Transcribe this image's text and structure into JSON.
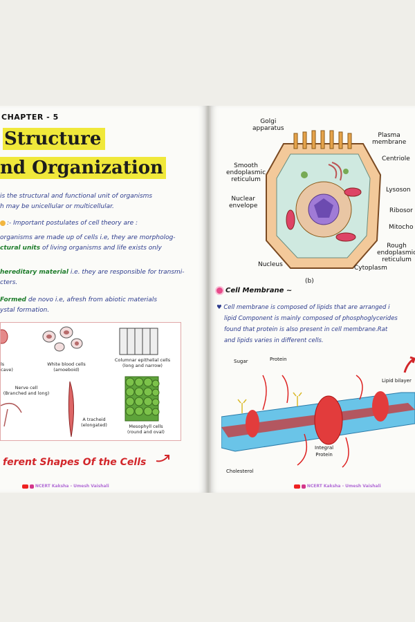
{
  "left": {
    "chapter": "CHAPTER - 5",
    "title_line1": "Structure",
    "title_line2": "nd Organization",
    "intro": "is the structural and functional unit of organisms",
    "intro2": "h may be unicellular or multicellular.",
    "postulates_tail": ":- Important postulates of cell theory are :",
    "p1a": "organisms are made up of cells i.e, they are morpholog-",
    "p1b_green": "ctural",
    "p1b_green2": "units",
    "p1b": "of living organisms and life exists only",
    "p2_green": "hereditary material",
    "p2": "i.e. they are responsible for transmi-",
    "p2b": "cters.",
    "p3_green": "Formed",
    "p3": "de novo i.e, afresh from abiotic materials",
    "p3b": "ystal formation.",
    "captions": {
      "rbc": "ls\ncave)",
      "wbc": "White blood cells\n(amoeboid)",
      "columnar": "Columnar epithelial cells\n(long and narrow)",
      "nerve": "Nerve cell\n(Branched and long)",
      "tracheid": "A tracheid\n(elongated)",
      "mesophyll": "Mesophyll cells\n(round and oval)"
    },
    "shapes_caption": "ferent Shapes Of the Cells",
    "footer": "NCERT Kaksha - Umesh Vaishali"
  },
  "right": {
    "diagram_labels": {
      "golgi": "Golgi\napparatus",
      "plasma": "Plasma\nmembrane",
      "centriole": "Centriole",
      "smooth_er": "Smooth\nendoplasmic\nreticulum",
      "lysosome": "Lysoson",
      "ribosome": "Ribosor",
      "nuclear_env": "Nuclear\nenvelope",
      "mito": "Mitocho",
      "rough_er": "Rough\nendoplasmic\nreticulum",
      "nucleus": "Nucleus",
      "cytoplasm": "Cytoplasm",
      "figtag": "(b)"
    },
    "section_title": "Cell Membrane ~",
    "r1": "Cell membrane is composed of lipids that are arranged i",
    "r2": "lipid Component is mainly composed of phosphoglycerides",
    "r3": "found that protein is also present in cell membrane.Rat",
    "r4": "and lipids varies in different cells.",
    "membrane_labels": {
      "sugar": "Sugar",
      "protein": "Protein",
      "lipid": "Lipid bilayer",
      "integral": "Integral\nProtein",
      "cholesterol": "Cholesterol"
    },
    "footer": "NCERT Kaksha - Umesh Vaishali"
  },
  "colors": {
    "highlight": "#f0e83a",
    "ink_blue": "#2b3a8c",
    "green": "#1f7d2c",
    "red": "#d2262a"
  }
}
